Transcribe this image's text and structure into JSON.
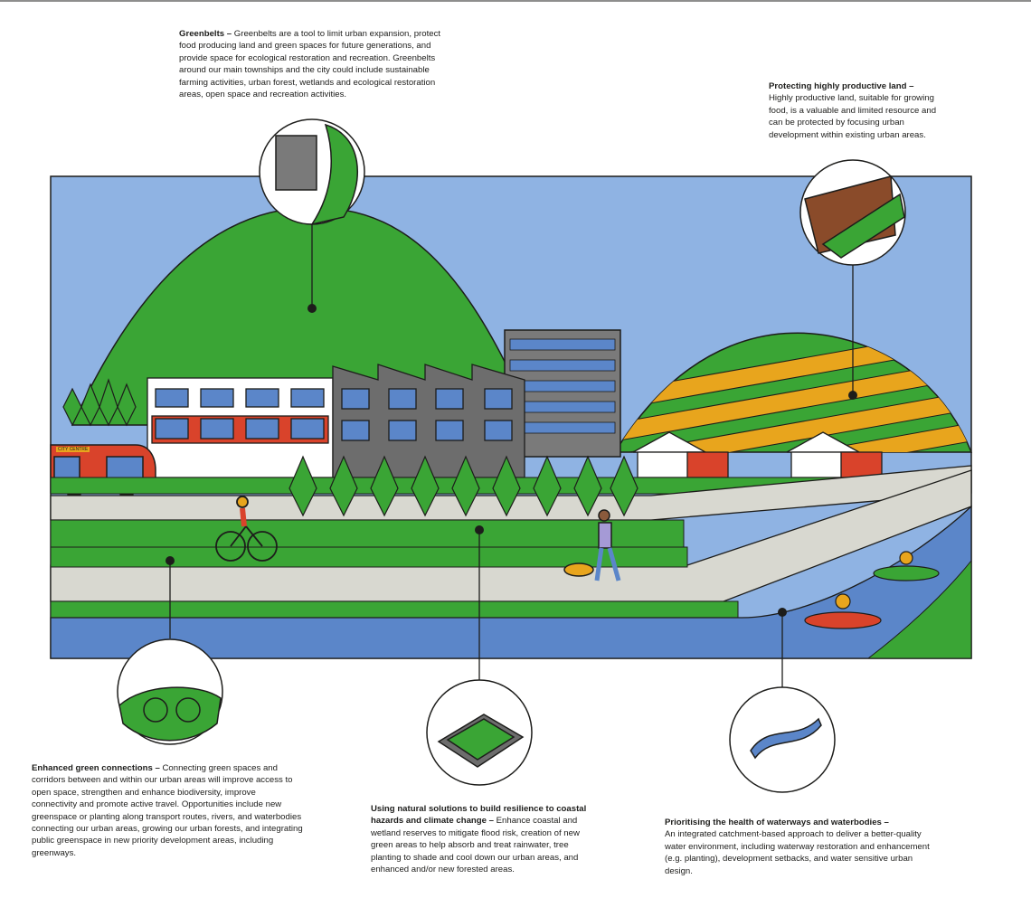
{
  "greenbelts": {
    "title": "Greenbelts –",
    "body": "Greenbelts are a tool to limit urban expansion, protect food producing land and green spaces for future generations, and provide space for ecological restoration and recreation. Greenbelts around our main townships and the city could include sustainable farming activities, urban forest, wetlands and ecological restoration areas, open space and recreation activities."
  },
  "productive_land": {
    "title": "Protecting highly productive land –",
    "body": "Highly productive land, suitable for growing food, is a valuable and limited resource and can be protected by focusing urban development within existing urban areas."
  },
  "green_connections": {
    "title": "Enhanced green connections –",
    "body": "Connecting green spaces and corridors between and within our urban areas will improve access to open space, strengthen and enhance biodiversity, improve connectivity and promote active travel. Opportunities include new greenspace or planting along transport routes, rivers, and waterbodies connecting our urban areas, growing our urban forests, and integrating public greenspace in new priority development areas, including greenways."
  },
  "natural_solutions": {
    "title": "Using natural solutions to build resilience to coastal hazards and climate change –",
    "body": "Enhance coastal and wetland reserves to mitigate flood risk, creation of new green areas to help absorb and treat rainwater, tree planting to shade and cool down our urban areas, and enhanced and/or new forested areas."
  },
  "waterways": {
    "title": "Prioritising the health of waterways and waterbodies –",
    "body": "An integrated catchment-based approach to deliver a better-quality water environment, including waterway restoration and enhancement (e.g. planting), development setbacks, and water sensitive urban design."
  },
  "bus": {
    "destination": "CITY CENTRE"
  },
  "colors": {
    "sky": "#8fb3e3",
    "hill": "#3aa535",
    "dark_green": "#1f7a2a",
    "field_orange": "#e8a51d",
    "water": "#5b86c9",
    "path": "#d8d8d0",
    "bus": "#d9432b",
    "outline": "#1d1d1b"
  }
}
